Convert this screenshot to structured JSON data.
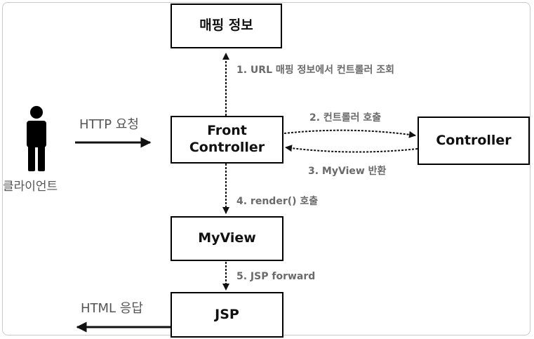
{
  "boxes": {
    "mapping": "매핑 정보",
    "front_line1": "Front",
    "front_line2": "Controller",
    "controller": "Controller",
    "myview": "MyView",
    "jsp": "JSP"
  },
  "actor": {
    "label": "클라이언트",
    "icon": "person-icon"
  },
  "arrows": {
    "http_request": "HTTP 요청",
    "html_response": "HTML 응답",
    "step1": "1. URL 매핑 정보에서 컨트롤러 조회",
    "step2": "2. 컨트롤러 호출",
    "step3": "3. MyView 반환",
    "step4": "4. render() 호출",
    "step5": "5. JSP forward"
  }
}
